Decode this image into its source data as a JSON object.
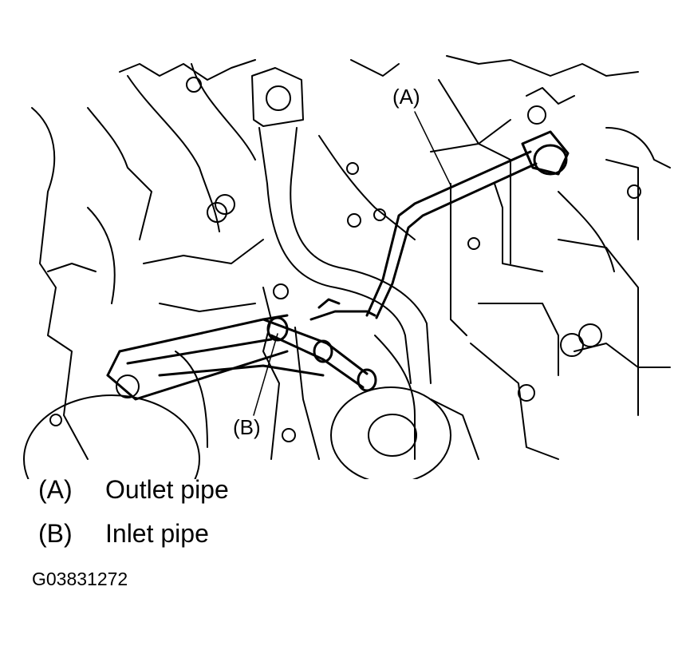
{
  "callouts": {
    "a": "(A)",
    "b": "(B)"
  },
  "legend": [
    {
      "key": "(A)",
      "label": "Outlet pipe"
    },
    {
      "key": "(B)",
      "label": "Inlet pipe"
    }
  ],
  "figure_code": "G03831272"
}
